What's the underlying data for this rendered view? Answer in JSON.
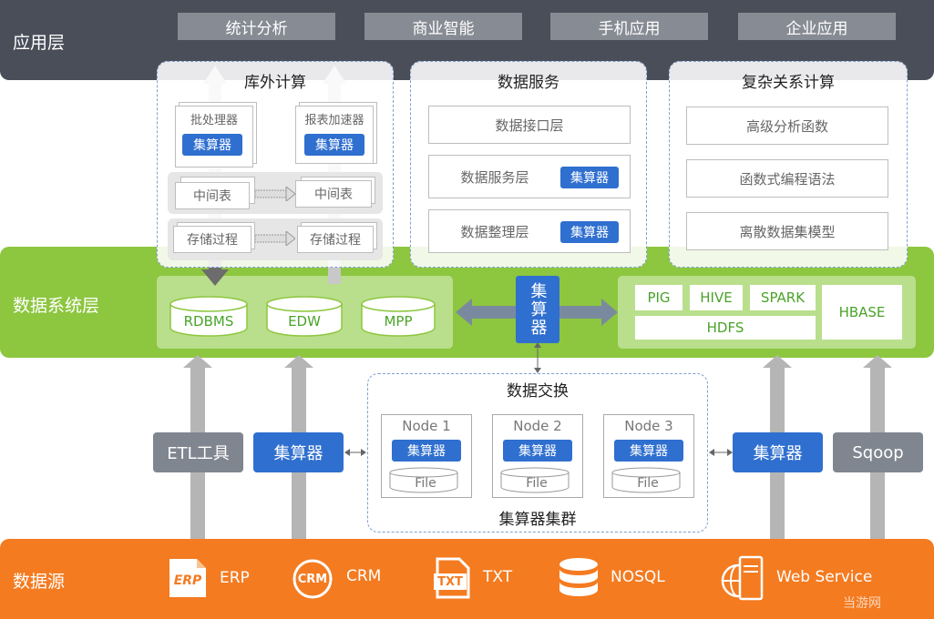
{
  "app_layer": {
    "title": "应用层",
    "tabs": [
      "统计分析",
      "商业智能",
      "手机应用",
      "企业应用"
    ]
  },
  "offline": {
    "title": "库外计算",
    "batch": "批处理器",
    "report": "报表加速器",
    "calc": "集算器",
    "mid": "中间表",
    "proc": "存储过程"
  },
  "data_service": {
    "title": "数据服务",
    "rows": [
      "数据接口层",
      "数据服务层",
      "数据整理层"
    ],
    "calc": "集算器"
  },
  "complex": {
    "title": "复杂关系计算",
    "rows": [
      "高级分析函数",
      "函数式编程语法",
      "离散数据集模型"
    ]
  },
  "system_layer": {
    "title": "数据系统层",
    "dbs": [
      "RDBMS",
      "EDW",
      "MPP"
    ],
    "center_calc": "集算器",
    "bigdata": [
      "PIG",
      "HIVE",
      "SPARK",
      "HDFS",
      "HBASE"
    ]
  },
  "exchange": {
    "title": "数据交换",
    "nodes": [
      "Node 1",
      "Node 2",
      "Node 3"
    ],
    "calc": "集算器",
    "file": "File",
    "cluster": "集算器集群"
  },
  "side": {
    "etl": "ETL工具",
    "calc_left": "集算器",
    "calc_right": "集算器",
    "sqoop": "Sqoop"
  },
  "source": {
    "title": "数据源",
    "items": [
      "ERP",
      "CRM",
      "TXT",
      "NOSQL",
      "Web Service"
    ],
    "icon_erp": "ERP",
    "icon_crm": "CRM",
    "icon_txt": "TXT"
  },
  "watermark": "当游网"
}
